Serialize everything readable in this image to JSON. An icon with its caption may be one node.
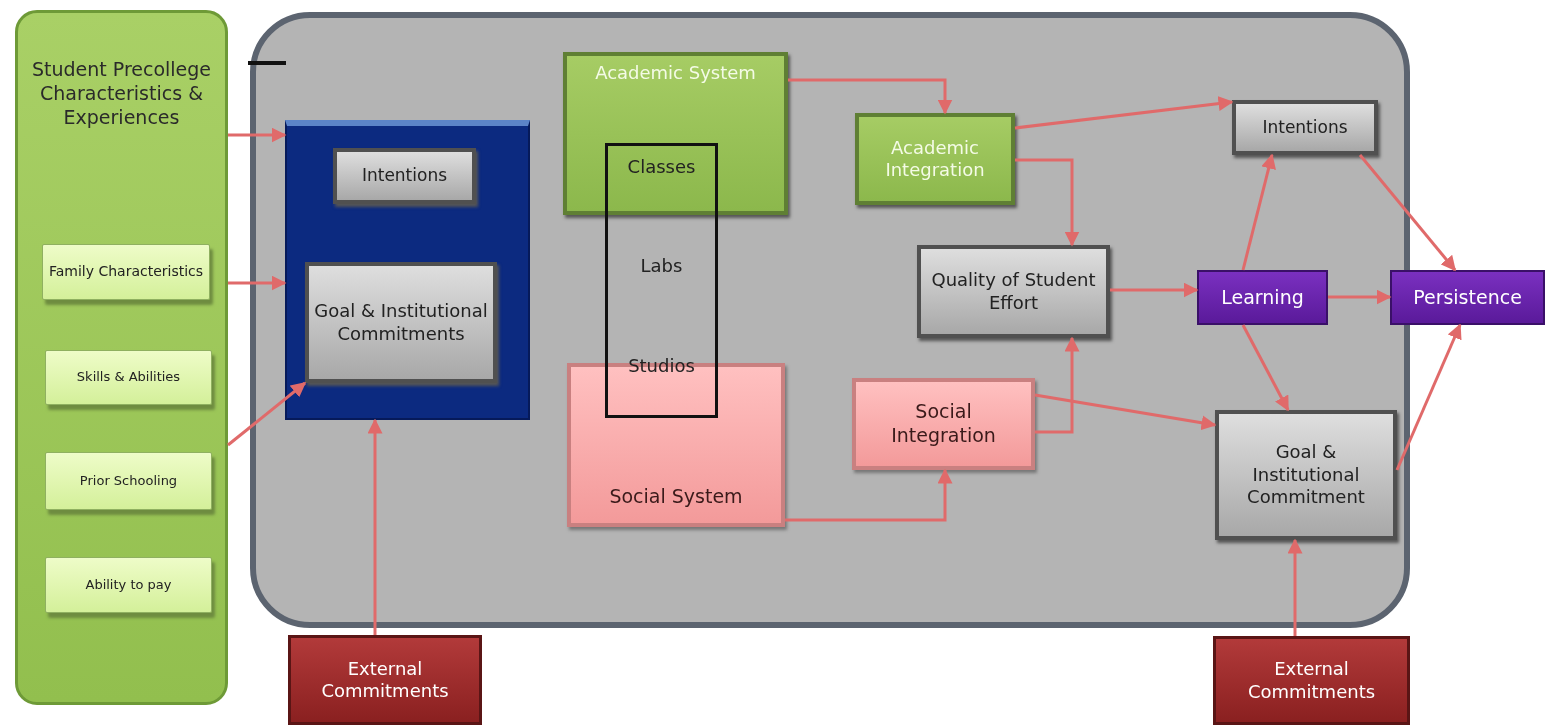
{
  "diagram": {
    "nodes": [
      {
        "text": [
          "Student Precollege Characteristics & Experiences"
        ]
      },
      {
        "text": [
          "Family Characteristics"
        ],
        "in": 0
      },
      {
        "text": [
          "Skills & Abilities"
        ],
        "in": 0
      },
      {
        "text": [
          "Prior Schooling"
        ],
        "in": 0
      },
      {
        "text": [
          "Ability to pay"
        ],
        "in": 0
      },
      {
        "text": [],
        "shape": "box"
      },
      {
        "text": [],
        "shape": "box",
        "in": 5
      },
      {
        "text": [
          "Intentions"
        ],
        "in": 6
      },
      {
        "text": [
          "Goal & Institutional Commitments"
        ],
        "in": 6
      },
      {
        "text": [
          "Academic System"
        ],
        "in": 5
      },
      {
        "text": [
          "Social System"
        ],
        "in": 5
      },
      {
        "text": [
          "Classes",
          "Labs",
          "Studios"
        ],
        "in": 5
      },
      {
        "text": [
          "Academic Integration"
        ],
        "in": 5
      },
      {
        "text": [
          "Quality of Student Effort"
        ],
        "in": 5
      },
      {
        "text": [
          "Social Integration"
        ],
        "in": 5
      },
      {
        "text": [
          "Intentions"
        ],
        "in": 5
      },
      {
        "text": [
          "Learning"
        ],
        "in": 5
      },
      {
        "text": [
          "Persistence"
        ]
      },
      {
        "text": [
          "Goal & Institutional Commitment"
        ],
        "in": 5
      },
      {
        "text": [
          "External Commitments"
        ]
      },
      {
        "text": [
          "External Commitments"
        ]
      }
    ],
    "edges": [
      {
        "from": 0,
        "to": 6,
        "arrow": "to"
      },
      {
        "from": 0,
        "to": 6,
        "arrow": "to"
      },
      {
        "from": 0,
        "to": 8,
        "arrow": "to"
      },
      {
        "from": 19,
        "to": 6,
        "arrow": "to"
      },
      {
        "from": 9,
        "to": 12,
        "arrow": "to"
      },
      {
        "from": 10,
        "to": 14,
        "arrow": "to"
      },
      {
        "from": 12,
        "to": 15,
        "arrow": "to"
      },
      {
        "from": 12,
        "to": 13,
        "arrow": "to"
      },
      {
        "from": 14,
        "to": 13,
        "arrow": "to"
      },
      {
        "from": 14,
        "to": 18,
        "arrow": "to"
      },
      {
        "from": 13,
        "to": 16,
        "arrow": "to"
      },
      {
        "from": 16,
        "to": 15,
        "arrow": "to"
      },
      {
        "from": 16,
        "to": 18,
        "arrow": "to"
      },
      {
        "from": 15,
        "to": 17,
        "arrow": "to"
      },
      {
        "from": 16,
        "to": 17,
        "arrow": "to"
      },
      {
        "from": 18,
        "to": 17,
        "arrow": "to"
      },
      {
        "from": 20,
        "to": 18,
        "arrow": "to"
      }
    ]
  }
}
